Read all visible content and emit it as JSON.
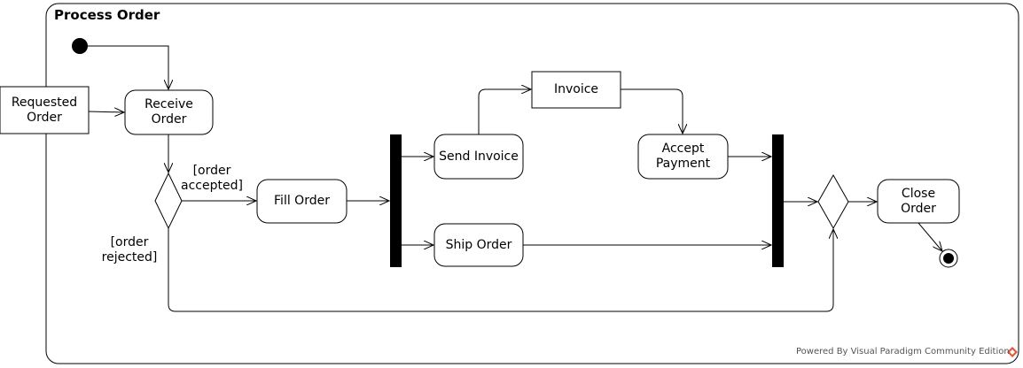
{
  "diagram": {
    "frame_title": "Process Order",
    "object_node": {
      "label": "Requested\nOrder"
    },
    "actions": {
      "receive_order": "Receive\nOrder",
      "fill_order": "Fill Order",
      "send_invoice": "Send Invoice",
      "ship_order": "Ship Order",
      "accept_payment": "Accept\nPayment",
      "close_order": "Close\nOrder",
      "invoice": "Invoice"
    },
    "guards": {
      "accepted": "[order\naccepted]",
      "rejected": "[order\nrejected]"
    },
    "footer": "Powered By Visual Paradigm Community Edition"
  }
}
